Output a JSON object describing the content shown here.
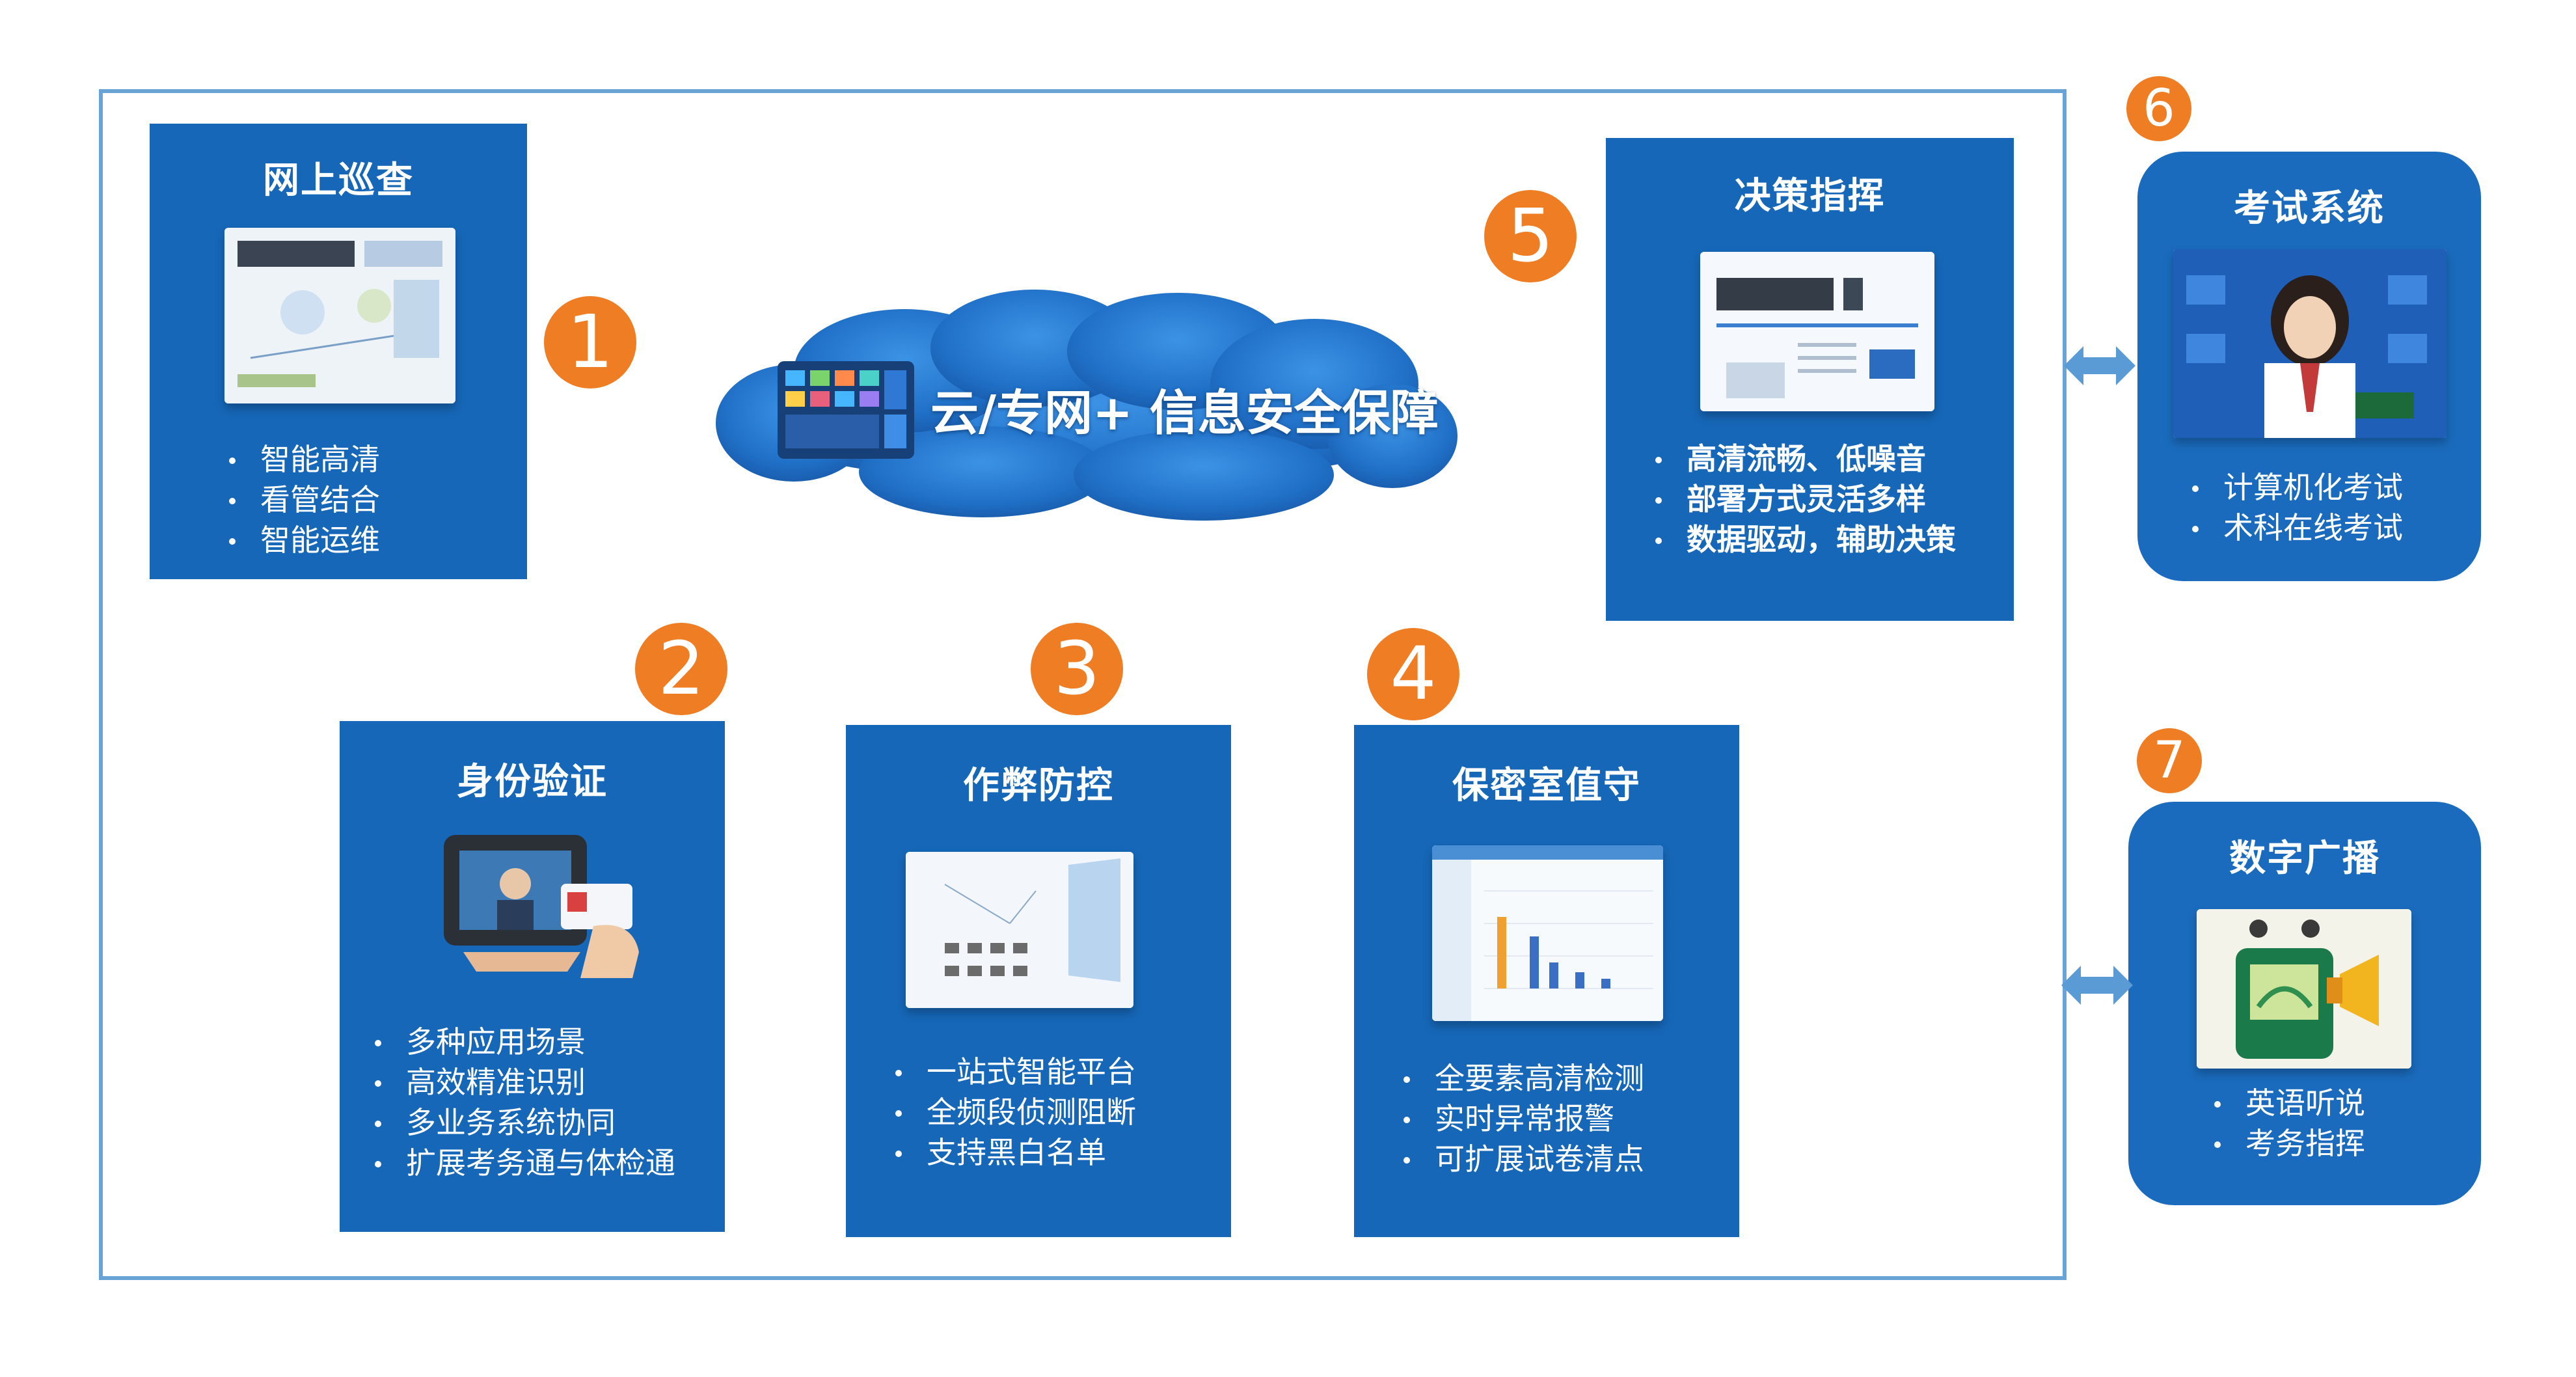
{
  "cloud": {
    "label": "云/专网+ 信息安全保障"
  },
  "cards": [
    {
      "title": "网上巡查",
      "bullets": [
        "智能高清",
        "看管结合",
        "智能运维"
      ]
    },
    {
      "title": "身份验证",
      "bullets": [
        "多种应用场景",
        "高效精准识别",
        "多业务系统协同",
        "扩展考务通与体检通"
      ]
    },
    {
      "title": "作弊防控",
      "bullets": [
        "一站式智能平台",
        "全频段侦测阻断",
        "支持黑白名单"
      ]
    },
    {
      "title": "保密室值守",
      "bullets": [
        "全要素高清检测",
        "实时异常报警",
        "可扩展试卷清点"
      ]
    },
    {
      "title": "决策指挥",
      "bullets": [
        "高清流畅、低噪音",
        "部署方式灵活多样",
        "数据驱动，辅助决策"
      ]
    },
    {
      "title": "考试系统",
      "bullets": [
        "计算机化考试",
        "术科在线考试"
      ]
    },
    {
      "title": "数字广播",
      "bullets": [
        "英语听说",
        "考务指挥"
      ]
    }
  ],
  "numbers": [
    "1",
    "2",
    "3",
    "4",
    "5",
    "6",
    "7"
  ],
  "colors": {
    "card": "#1667b8",
    "badge": "#ef7d23",
    "frame": "#6aa3d6",
    "arrow": "#5b9bd5"
  },
  "icons": [
    "bidirectional-arrow-icon",
    "bidirectional-arrow-icon"
  ]
}
